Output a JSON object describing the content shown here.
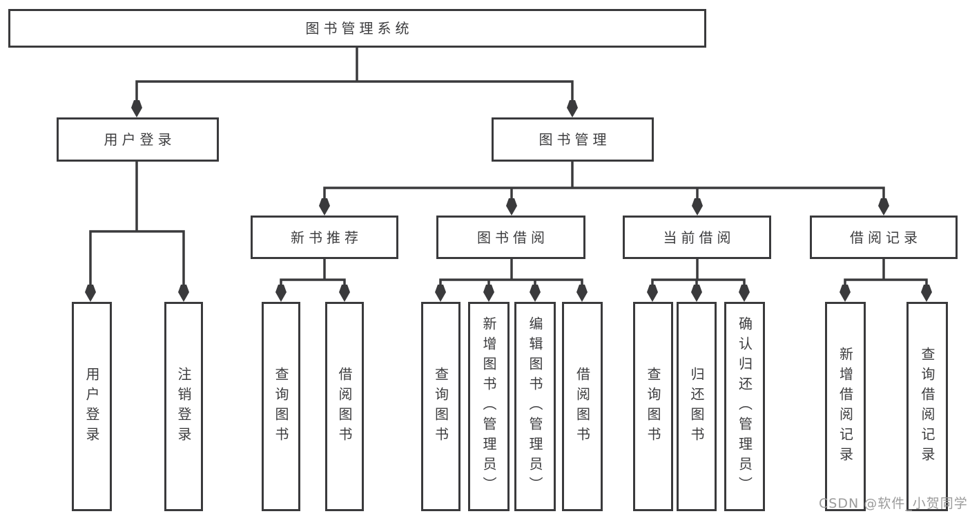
{
  "nodes": {
    "root": {
      "label": "图书管理系统"
    },
    "login": {
      "label": "用户登录"
    },
    "mgmt": {
      "label": "图书管理"
    },
    "rec": {
      "label": "新书推荐"
    },
    "borrow": {
      "label": "图书借阅"
    },
    "current": {
      "label": "当前借阅"
    },
    "record": {
      "label": "借阅记录"
    },
    "login_user": {
      "label": "用户登录"
    },
    "login_out": {
      "label": "注销登录"
    },
    "rec_query": {
      "label": "查询图书"
    },
    "rec_borrow": {
      "label": "借阅图书"
    },
    "bor_query": {
      "label": "查询图书"
    },
    "bor_add": {
      "label": "新增图书（管理员）"
    },
    "bor_edit": {
      "label": "编辑图书（管理员）"
    },
    "bor_borrow": {
      "label": "借阅图书"
    },
    "cur_query": {
      "label": "查询图书"
    },
    "cur_return": {
      "label": "归还图书"
    },
    "cur_confirm": {
      "label": "确认归还（管理员）"
    },
    "record_add": {
      "label": "新增借阅记录"
    },
    "record_query": {
      "label": "查询借阅记录"
    }
  },
  "hierarchy": {
    "label": "图书管理系统",
    "children": [
      {
        "label": "用户登录",
        "children": [
          "用户登录",
          "注销登录"
        ]
      },
      {
        "label": "图书管理",
        "children": [
          {
            "label": "新书推荐",
            "children": [
              "查询图书",
              "借阅图书"
            ]
          },
          {
            "label": "图书借阅",
            "children": [
              "查询图书",
              "新增图书（管理员）",
              "编辑图书（管理员）",
              "借阅图书"
            ]
          },
          {
            "label": "当前借阅",
            "children": [
              "查询图书",
              "归还图书",
              "确认归还（管理员）"
            ]
          },
          {
            "label": "借阅记录",
            "children": [
              "新增借阅记录",
              "查询借阅记录"
            ]
          }
        ]
      }
    ]
  },
  "watermark": {
    "text": "CSDN @软件_小贺同学",
    "color": "#9b9b9b"
  },
  "colors": {
    "line": "#3a3a3c",
    "text": "#3c3c3e",
    "background": "#ffffff"
  }
}
